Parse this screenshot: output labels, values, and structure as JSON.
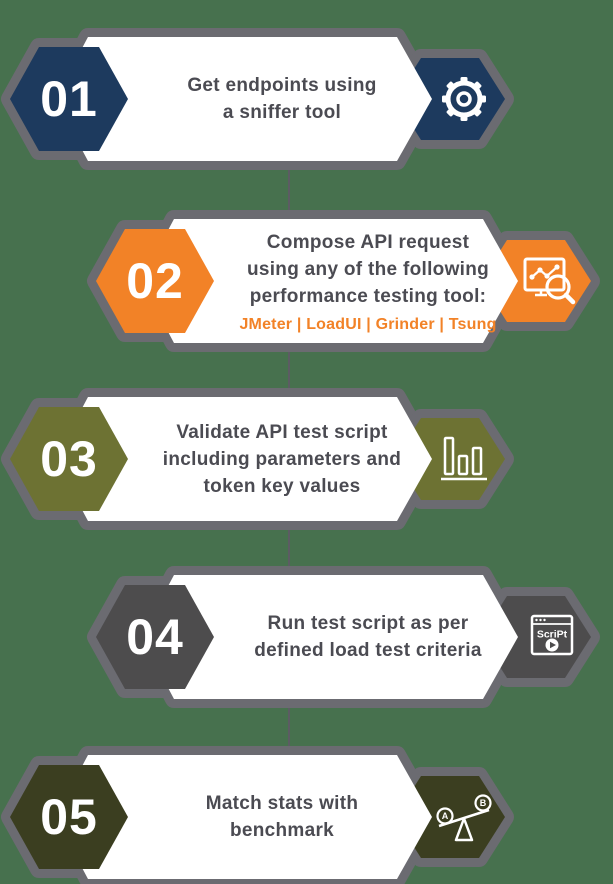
{
  "colors": {
    "background": "#47714e",
    "outline": "#6b6b71",
    "banner": "#ffffff",
    "text": "#4b4b52",
    "connector": "#5c5c63",
    "icon_stroke": "#ffffff"
  },
  "steps": [
    {
      "number": "01",
      "color": "#1d3a5e",
      "description": "Get endpoints using\na sniffer tool",
      "icon": "gear-icon"
    },
    {
      "number": "02",
      "color": "#f28227",
      "description": "Compose API request\nusing any of the following\nperformance testing tool:",
      "tools": "JMeter | LoadUI | Grinder | Tsung",
      "icon": "analytics-magnifier-icon"
    },
    {
      "number": "03",
      "color": "#6d7233",
      "description": "Validate API test script\nincluding parameters and\ntoken key values",
      "icon": "bar-chart-icon"
    },
    {
      "number": "04",
      "color": "#4d4c4d",
      "description": "Run test script as per\ndefined load test criteria",
      "icon": "script-window-icon",
      "icon_text": "ScriPt"
    },
    {
      "number": "05",
      "color": "#3b3e20",
      "description": "Match stats with\nbenchmark",
      "icon": "balance-scale-icon",
      "icon_labels": {
        "left": "A",
        "right": "B"
      }
    }
  ]
}
